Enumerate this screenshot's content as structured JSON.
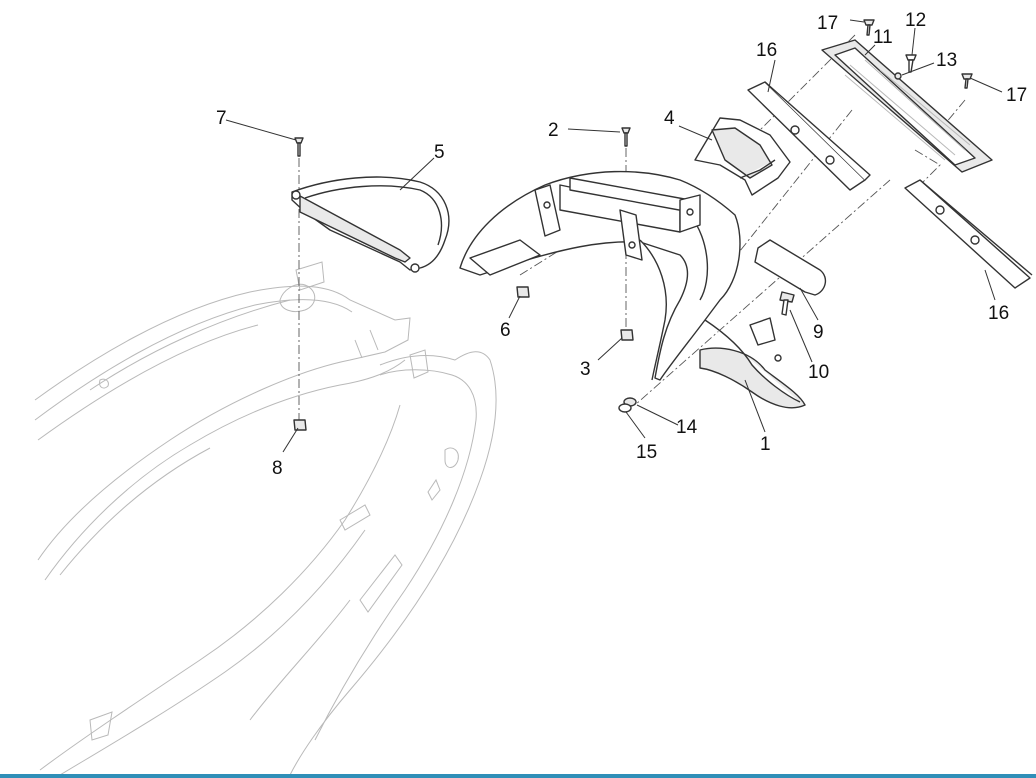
{
  "diagram": {
    "callouts": [
      {
        "id": "c1",
        "text": "1"
      },
      {
        "id": "c2",
        "text": "2"
      },
      {
        "id": "c3",
        "text": "3"
      },
      {
        "id": "c4",
        "text": "4"
      },
      {
        "id": "c5",
        "text": "5"
      },
      {
        "id": "c6",
        "text": "6"
      },
      {
        "id": "c7",
        "text": "7"
      },
      {
        "id": "c8",
        "text": "8"
      },
      {
        "id": "c9",
        "text": "9"
      },
      {
        "id": "c10",
        "text": "10"
      },
      {
        "id": "c11",
        "text": "11"
      },
      {
        "id": "c12",
        "text": "12"
      },
      {
        "id": "c13",
        "text": "13"
      },
      {
        "id": "c14",
        "text": "14"
      },
      {
        "id": "c15",
        "text": "15"
      },
      {
        "id": "c16a",
        "text": "16"
      },
      {
        "id": "c16b",
        "text": "16"
      },
      {
        "id": "c17a",
        "text": "17"
      },
      {
        "id": "c17b",
        "text": "17"
      }
    ]
  },
  "colors": {
    "line": "#333333",
    "body_panel_line": "#b9b9b9",
    "bottom_bar": "#2f8fb8"
  }
}
